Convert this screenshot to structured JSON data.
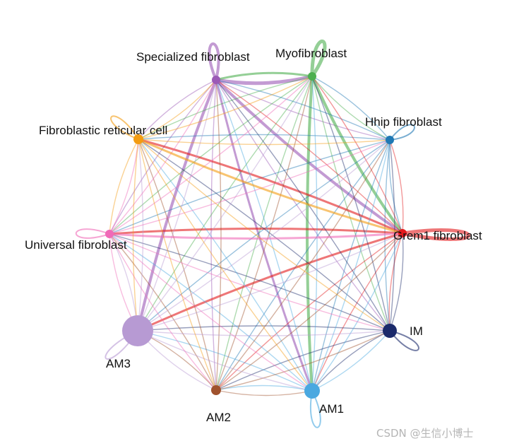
{
  "nodes": [
    {
      "id": "specialized",
      "label": "Specialized fibroblast",
      "color": "#9b59b6",
      "size": 6
    },
    {
      "id": "myo",
      "label": "Myofibroblast",
      "color": "#4caf50",
      "size": 6
    },
    {
      "id": "hhip",
      "label": "Hhip fibroblast",
      "color": "#1f78b4",
      "size": 6
    },
    {
      "id": "grem1",
      "label": "Grem1 fibroblast",
      "color": "#e31a1c",
      "size": 6
    },
    {
      "id": "im",
      "label": "IM",
      "color": "#1b2a6b",
      "size": 10
    },
    {
      "id": "am1",
      "label": "AM1",
      "color": "#4aa8e0",
      "size": 11
    },
    {
      "id": "am2",
      "label": "AM2",
      "color": "#a0522d",
      "size": 7
    },
    {
      "id": "am3",
      "label": "AM3",
      "color": "#b79ad3",
      "size": 22
    },
    {
      "id": "universal",
      "label": "Universal fibroblast",
      "color": "#f06ab8",
      "size": 6
    },
    {
      "id": "frc",
      "label": "Fibroblastic reticular cell",
      "color": "#f39c12",
      "size": 7
    }
  ],
  "watermark": "CSDN @生信小博士"
}
